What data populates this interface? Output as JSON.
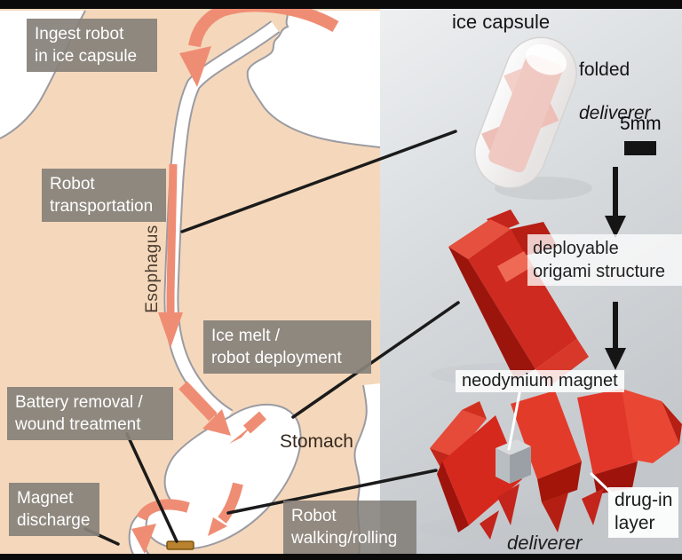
{
  "colors": {
    "skin": "#f5d8bb",
    "label_bg": "#86817b",
    "arrow_salmon": "#ef8d74",
    "robot_red": "#d3271e",
    "right_panel_bg": "#cdd1d5",
    "outline_gray": "#9b9ba3",
    "magnet_gray": "#b3b8bc",
    "robot_in_stomach_brown": "#b9822e"
  },
  "left_panel": {
    "labels": {
      "ingest": "Ingest robot\nin ice capsule",
      "transport": "Robot\ntransportation",
      "ice_melt": "Ice melt /\nrobot deployment",
      "battery": "Battery removal /\nwound treatment",
      "magnet_discharge": "Magnet\ndischarge",
      "walking": "Robot\nwalking/rolling"
    },
    "anatomy_labels": {
      "esophagus": "Esophagus",
      "stomach": "Stomach"
    }
  },
  "right_panel": {
    "labels": {
      "ice_capsule": "ice capsule",
      "folded_line1": "folded",
      "folded_line2": "deliverer",
      "scale": "5mm",
      "origami": "deployable\norigami structure",
      "magnet": "neodymium magnet",
      "drug": "drug-in\nlayer",
      "deliverer": "deliverer"
    }
  }
}
